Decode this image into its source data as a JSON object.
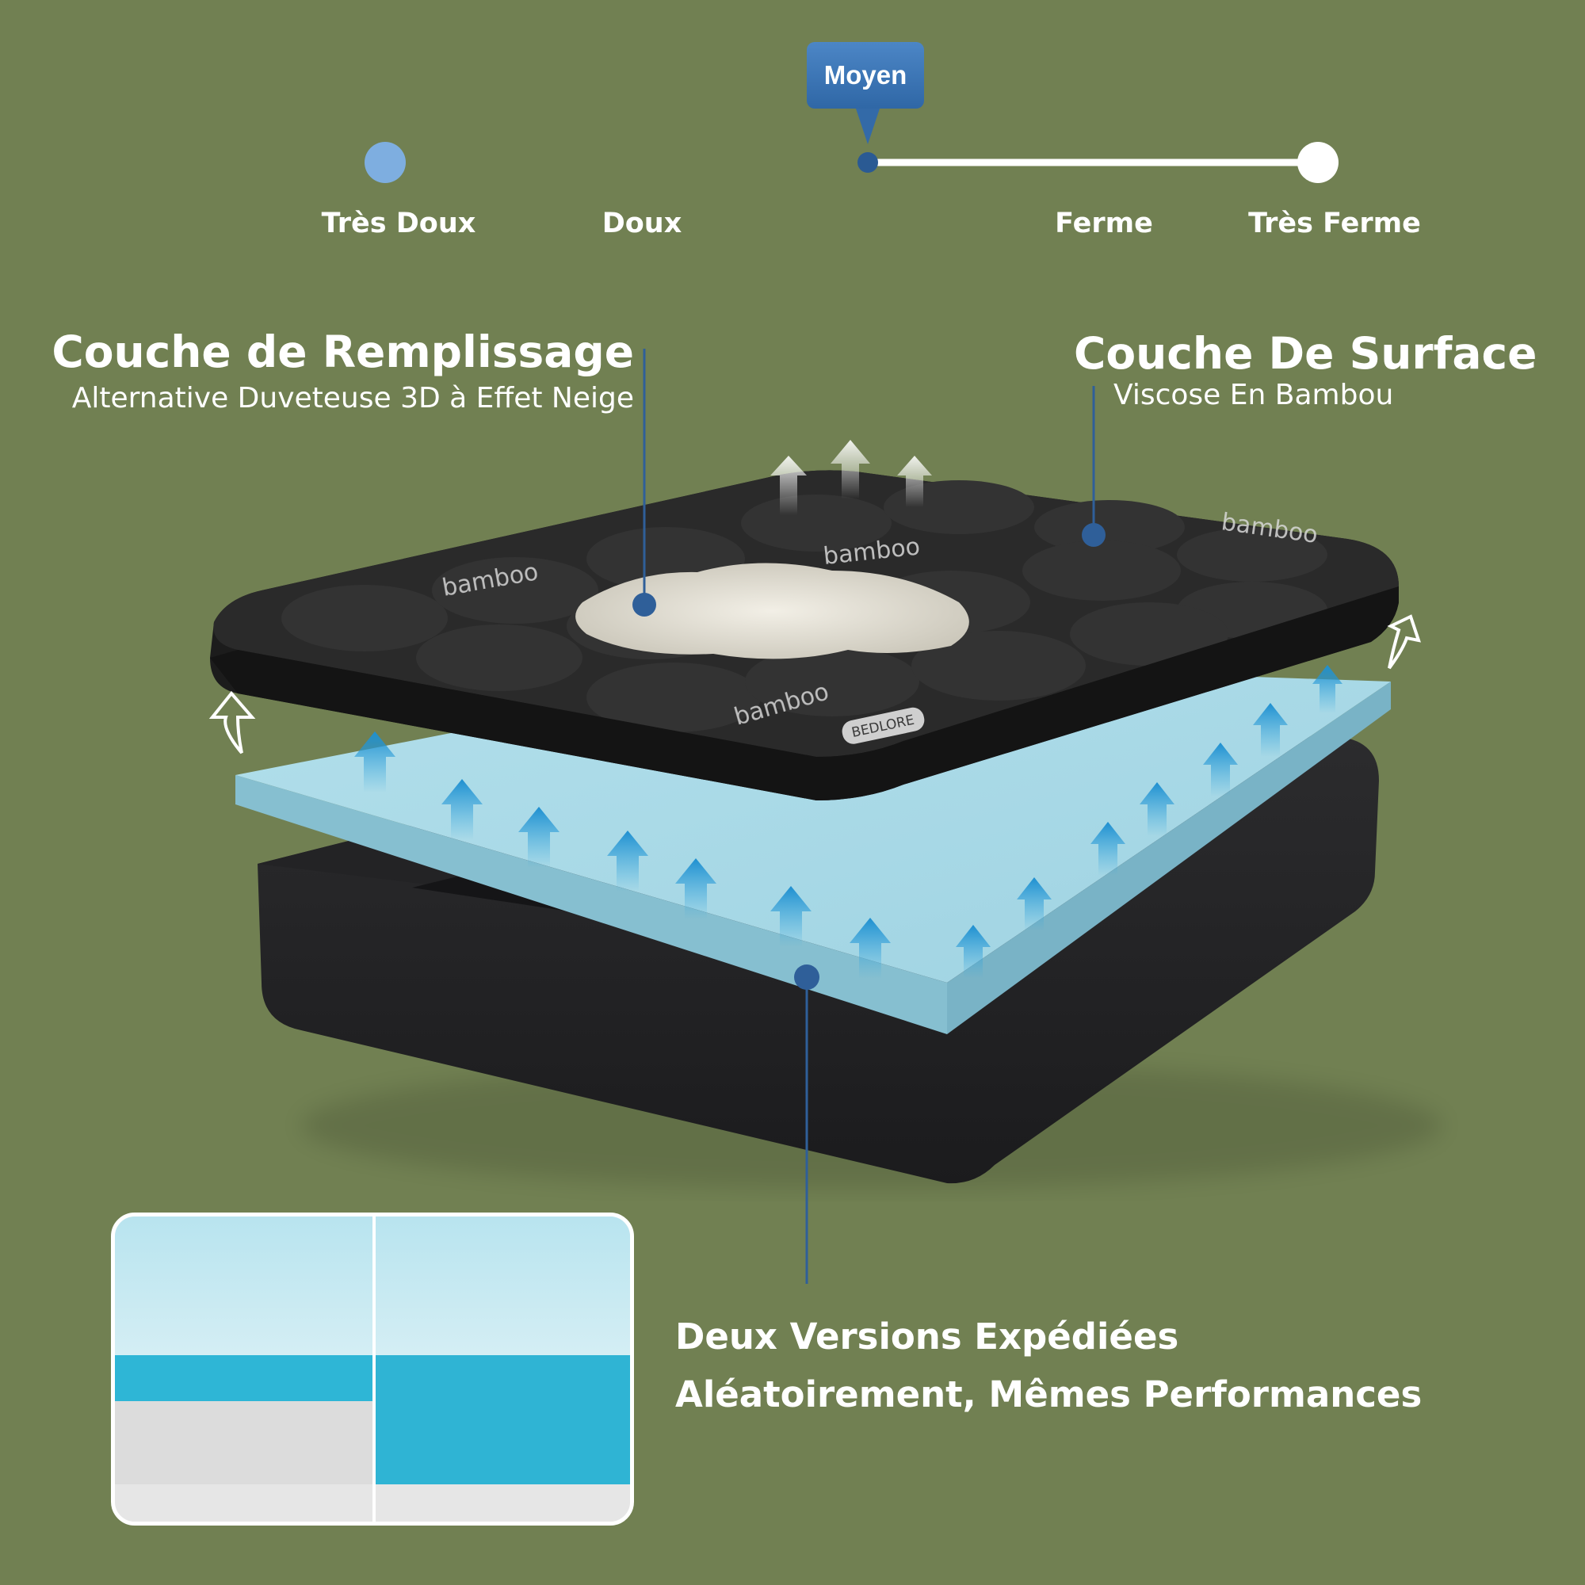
{
  "firmness_scale": {
    "labels": [
      "Très Doux",
      "Doux",
      "Ferme",
      "Très Ferme"
    ],
    "selected_label": "Moyen",
    "level": 0.5
  },
  "callouts": {
    "fill_layer": {
      "title": "Couche de Remplissage",
      "subtitle": "Alternative Duveteuse 3D à Effet Neige"
    },
    "surface_layer": {
      "title": "Couche De Surface",
      "subtitle": "Viscose En Bambou"
    }
  },
  "note": {
    "line1": "Deux Versions Expédiées",
    "line2": "Aléatoirement, Mêmes Performances"
  },
  "product": {
    "print_text": "bamboo",
    "brand_tag": "BEDLORE"
  },
  "colors": {
    "background": "#718052",
    "accent_blue": "#2f5f99",
    "foam_blue": "#a6d8e6",
    "topper_black": "#262626"
  }
}
